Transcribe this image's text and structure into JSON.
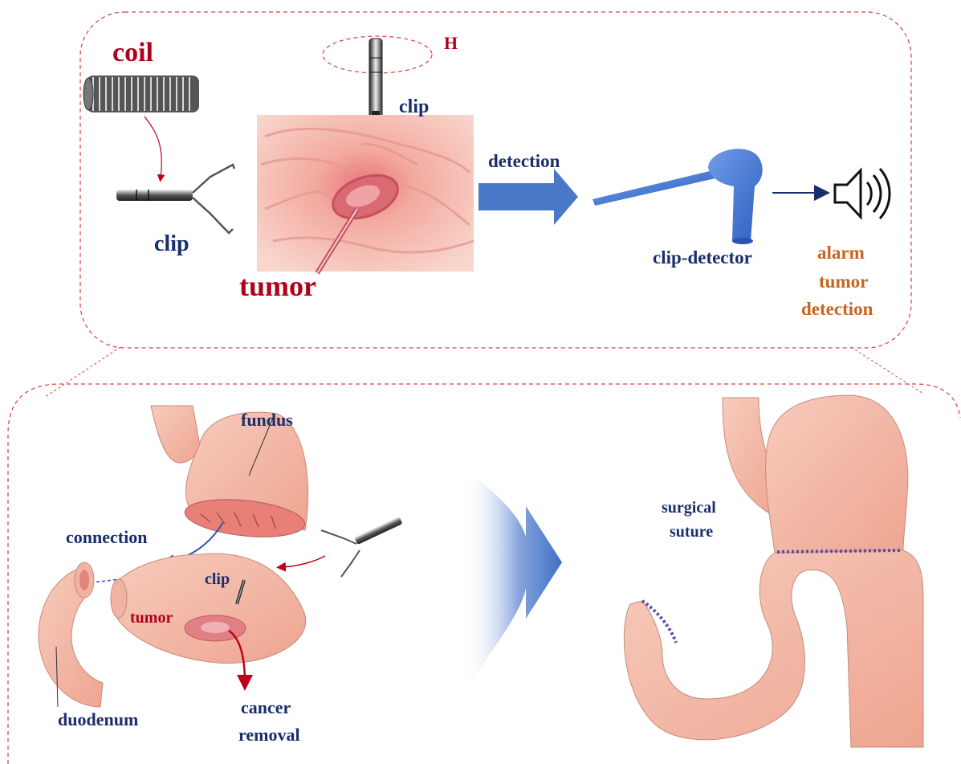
{
  "top_panel": {
    "labels": {
      "coil": "coil",
      "h_field": "H",
      "clip_top": "clip",
      "clip_left": "clip",
      "tumor": "tumor",
      "detection": "detection",
      "clip_detector": "clip-detector",
      "alarm": [
        "alarm",
        "tumor",
        "detection"
      ]
    }
  },
  "bottom_panel": {
    "labels": {
      "fundus": "fundus",
      "connection": "connection",
      "clip": "clip",
      "tumor": "tumor",
      "duodenum": "duodenum",
      "cancer_removal": [
        "cancer",
        "removal"
      ],
      "surgical_suture": [
        "surgical",
        "suture"
      ]
    }
  },
  "colors": {
    "label_red": "#b0001a",
    "label_navy": "#1a2e6b",
    "label_orange": "#c8641e",
    "arrow_blue": "#4a78c8",
    "dashed_border": "#d94040",
    "tissue_pink": "#f2b8a8"
  }
}
